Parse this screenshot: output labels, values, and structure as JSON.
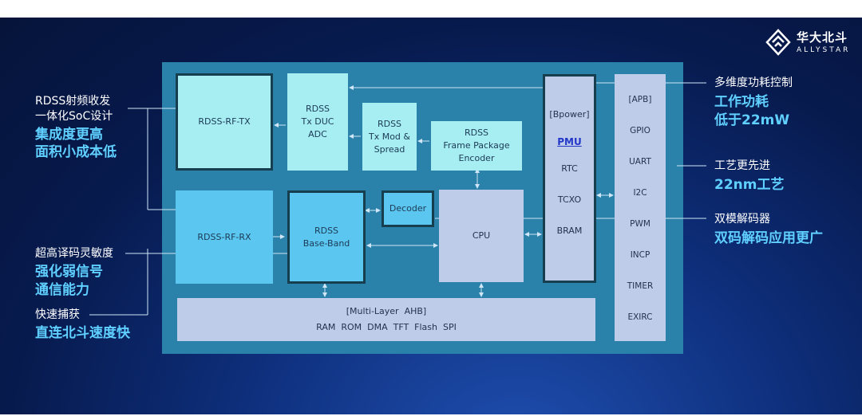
{
  "logo": {
    "cn": "华大北斗",
    "en": "ALLYSTAR"
  },
  "left_labels": {
    "soc_line1": "RDSS射频收发",
    "soc_line2": "一体化SoC设计",
    "soc_hl1": "集成度更高",
    "soc_hl2": "面积小成本低",
    "sens_line": "超高译码灵敏度",
    "sens_hl1": "强化弱信号",
    "sens_hl2": "通信能力",
    "capture_line": "快速捕获",
    "capture_hl": "直连北斗速度快"
  },
  "right_labels": {
    "power_line": "多维度功耗控制",
    "power_hl1": "工作功耗",
    "power_hl2": "低于22mW",
    "process_line": "工艺更先进",
    "process_hl": "22nm工艺",
    "decode_line": "双模解码器",
    "decode_hl": "双码解码应用更广"
  },
  "blocks": {
    "rf_tx": "RDSS-RF-TX",
    "rf_rx": "RDSS-RF-RX",
    "tx_duc": [
      "RDSS",
      "Tx DUC",
      "ADC"
    ],
    "tx_mod": [
      "RDSS",
      "Tx Mod &",
      "Spread"
    ],
    "frame_enc": [
      "RDSS",
      "Frame Package",
      "Encoder"
    ],
    "baseband": [
      "RDSS",
      "Base-Band"
    ],
    "decoder": "Decoder",
    "cpu": "CPU",
    "pmu": {
      "bpower": "[Bpower]",
      "title": "PMU",
      "items": [
        "RTC",
        "TCXO",
        "BRAM"
      ]
    },
    "periph": [
      "[APB]",
      "GPIO",
      "UART",
      "I2C",
      "PWM",
      "INCP",
      "TIMER",
      "EXIRC"
    ],
    "ahb": [
      "[Multi-Layer  AHB]",
      "RAM  ROM  DMA  TFT  Flash  SPI"
    ]
  },
  "colors": {
    "background": "#0a2160",
    "board": "#2a81a9",
    "light_cyan": "#a6eef2",
    "blue": "#5bc7f1",
    "lavender": "#bfcce9",
    "highlight": "#5fd0ff",
    "pmu_title": "#2338c8"
  }
}
